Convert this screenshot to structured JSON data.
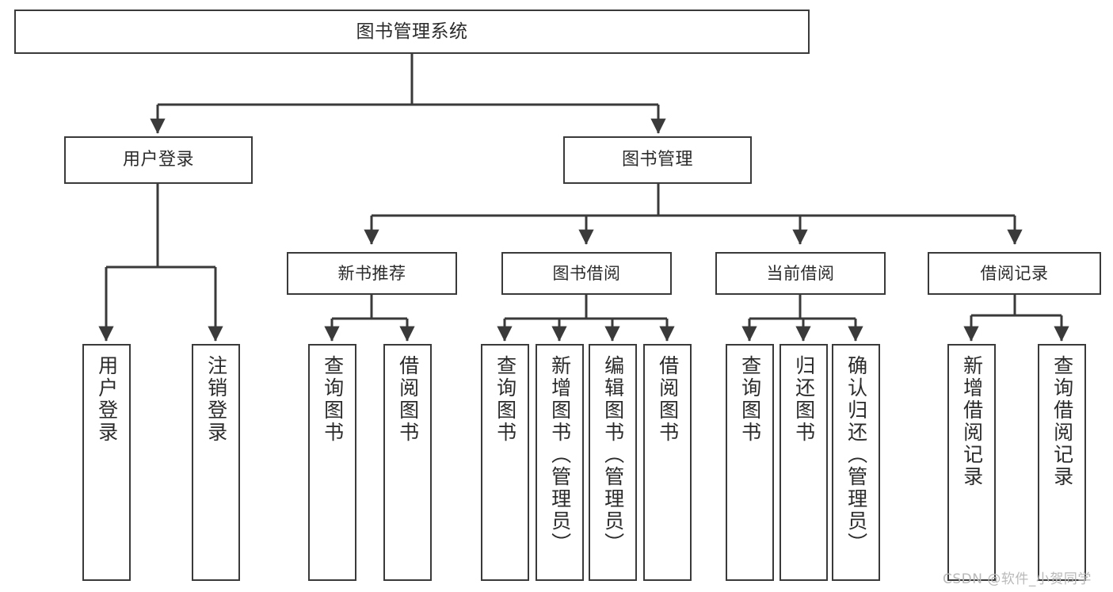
{
  "diagram": {
    "type": "hierarchy-tree",
    "title": "图书管理系统",
    "orientation": "top-down",
    "colors": {
      "stroke": "#3a3a3a",
      "box_fill": "#ffffff",
      "text": "#2b2b2b",
      "background": "#ffffff",
      "watermark": "#b9b9b9"
    },
    "levels": {
      "root": {
        "label": "图书管理系统"
      },
      "level1": [
        {
          "id": "user-login",
          "label": "用户登录"
        },
        {
          "id": "book-management",
          "label": "图书管理"
        }
      ],
      "level2": [
        {
          "id": "new-book-recommend",
          "label": "新书推荐",
          "parent": "book-management"
        },
        {
          "id": "book-borrow",
          "label": "图书借阅",
          "parent": "book-management"
        },
        {
          "id": "current-borrow",
          "label": "当前借阅",
          "parent": "book-management"
        },
        {
          "id": "borrow-record",
          "label": "借阅记录",
          "parent": "book-management"
        }
      ],
      "leaves": [
        {
          "id": "leaf-user-login",
          "label": "用户登录",
          "parent": "user-login"
        },
        {
          "id": "leaf-logout",
          "label": "注销登录",
          "parent": "user-login"
        },
        {
          "id": "leaf-query-book-1",
          "label": "查询图书",
          "parent": "new-book-recommend"
        },
        {
          "id": "leaf-borrow-book-1",
          "label": "借阅图书",
          "parent": "new-book-recommend"
        },
        {
          "id": "leaf-query-book-2",
          "label": "查询图书",
          "parent": "book-borrow"
        },
        {
          "id": "leaf-add-book",
          "label": "新增图书（管理员）",
          "parent": "book-borrow"
        },
        {
          "id": "leaf-edit-book",
          "label": "编辑图书（管理员）",
          "parent": "book-borrow"
        },
        {
          "id": "leaf-borrow-book-2",
          "label": "借阅图书",
          "parent": "book-borrow"
        },
        {
          "id": "leaf-query-book-3",
          "label": "查询图书",
          "parent": "current-borrow"
        },
        {
          "id": "leaf-return-book",
          "label": "归还图书",
          "parent": "current-borrow"
        },
        {
          "id": "leaf-confirm-return",
          "label": "确认归还（管理员）",
          "parent": "current-borrow"
        },
        {
          "id": "leaf-add-record",
          "label": "新增借阅记录",
          "parent": "borrow-record"
        },
        {
          "id": "leaf-query-record",
          "label": "查询借阅记录",
          "parent": "borrow-record"
        }
      ]
    }
  },
  "watermark": {
    "text": "CSDN @软件_小贺同学"
  }
}
